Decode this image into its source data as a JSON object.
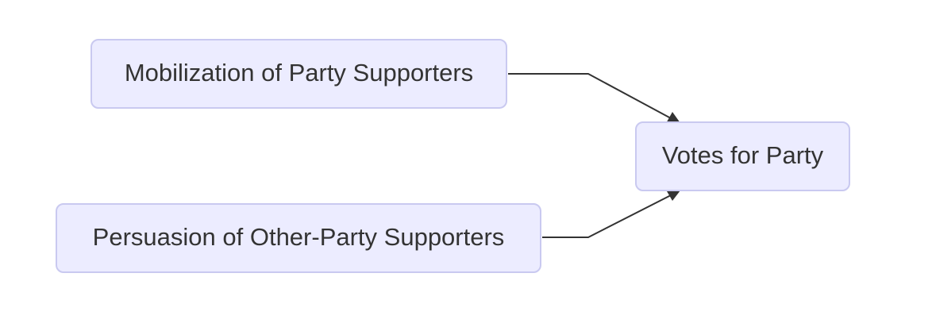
{
  "diagram": {
    "type": "flowchart",
    "direction": "left-to-right",
    "nodes": [
      {
        "id": "mobilization",
        "label": "Mobilization of Party Supporters"
      },
      {
        "id": "persuasion",
        "label": "Persuasion of Other-Party Supporters"
      },
      {
        "id": "votes",
        "label": "Votes for Party"
      }
    ],
    "edges": [
      {
        "from": "mobilization",
        "to": "votes"
      },
      {
        "from": "persuasion",
        "to": "votes"
      }
    ],
    "colors": {
      "node_fill": "#ececff",
      "node_border": "#c9c9f0",
      "edge": "#333333",
      "text": "#333333"
    }
  }
}
